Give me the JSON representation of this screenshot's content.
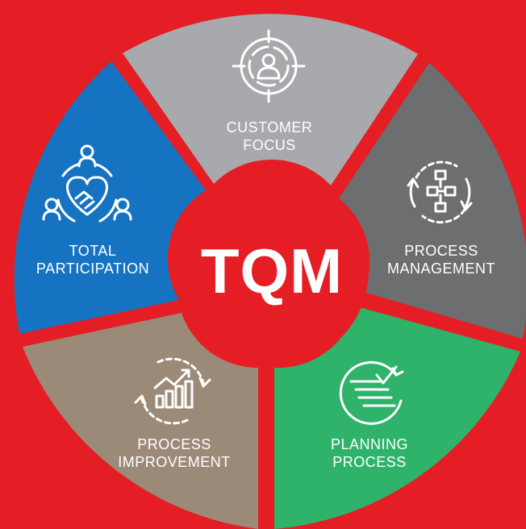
{
  "center": {
    "label": "TQM"
  },
  "colors": {
    "background": "#e51e25",
    "center": "#e51e25",
    "customer_focus": "#a7a9ac",
    "process_management": "#6d6e70",
    "planning_process": "#2fb36b",
    "process_improvement": "#9c8a79",
    "total_participation": "#1673c1"
  },
  "segments": [
    {
      "key": "customer_focus",
      "lines": [
        "CUSTOMER",
        "FOCUS"
      ],
      "icon": "target-person-icon"
    },
    {
      "key": "process_management",
      "lines": [
        "PROCESS",
        "MANAGEMENT"
      ],
      "icon": "flowchart-cycle-icon"
    },
    {
      "key": "planning_process",
      "lines": [
        "PLANNING",
        "PROCESS"
      ],
      "icon": "checklist-cycle-icon"
    },
    {
      "key": "process_improvement",
      "lines": [
        "PROCESS",
        "IMPROVEMENT"
      ],
      "icon": "growth-chart-cycle-icon"
    },
    {
      "key": "total_participation",
      "lines": [
        "TOTAL",
        "PARTICIPATION"
      ],
      "icon": "handshake-heart-people-icon"
    }
  ]
}
